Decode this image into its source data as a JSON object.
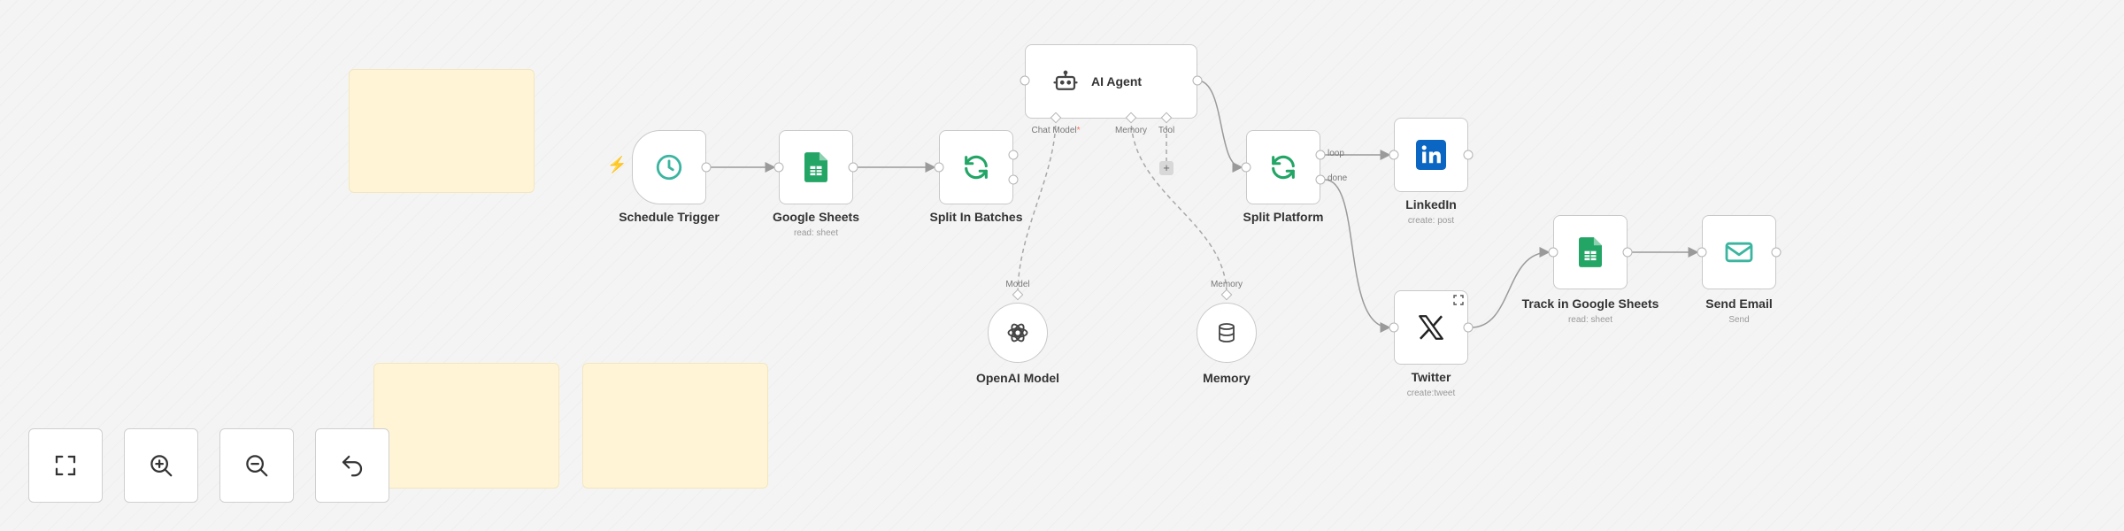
{
  "colors": {
    "sheets_green": "#23a566",
    "linkedin_blue": "#0a66c2",
    "teal": "#3bb5a0",
    "trigger_bolt": "#ff6d5a"
  },
  "nodes": {
    "schedule_trigger": {
      "label": "Schedule Trigger",
      "icon": "clock-icon"
    },
    "google_sheets": {
      "label": "Google Sheets",
      "sub": "read: sheet",
      "icon": "google-sheets-icon"
    },
    "split_in_batches": {
      "label": "Split In Batches",
      "icon": "loop-icon"
    },
    "ai_agent": {
      "label": "AI Agent",
      "icon": "robot-icon",
      "ports": {
        "chat_model": "Chat Model",
        "chat_model_required": "*",
        "memory": "Memory",
        "tool": "Tool"
      }
    },
    "openai_model": {
      "label": "OpenAI Model",
      "port": "Model",
      "icon": "openai-icon"
    },
    "memory": {
      "label": "Memory",
      "port": "Memory",
      "icon": "database-icon"
    },
    "split_platform": {
      "label": "Split Platform",
      "icon": "loop-icon",
      "outputs": {
        "loop": "loop",
        "done": "done"
      }
    },
    "linkedin": {
      "label": "LinkedIn",
      "sub": "create: post",
      "icon": "linkedin-icon"
    },
    "twitter": {
      "label": "Twitter",
      "sub": "create:tweet",
      "icon": "x-icon"
    },
    "track_sheets": {
      "label": "Track in Google Sheets",
      "sub": "read: sheet",
      "icon": "google-sheets-icon"
    },
    "send_email": {
      "label": "Send Email",
      "sub": "Send",
      "icon": "envelope-icon"
    }
  },
  "controls": [
    {
      "name": "fit-view-button",
      "icon": "fullscreen-icon"
    },
    {
      "name": "zoom-in-button",
      "icon": "zoom-in-icon"
    },
    {
      "name": "zoom-out-button",
      "icon": "zoom-out-icon"
    },
    {
      "name": "reset-zoom-button",
      "icon": "undo-icon"
    }
  ],
  "tool_add": "+"
}
